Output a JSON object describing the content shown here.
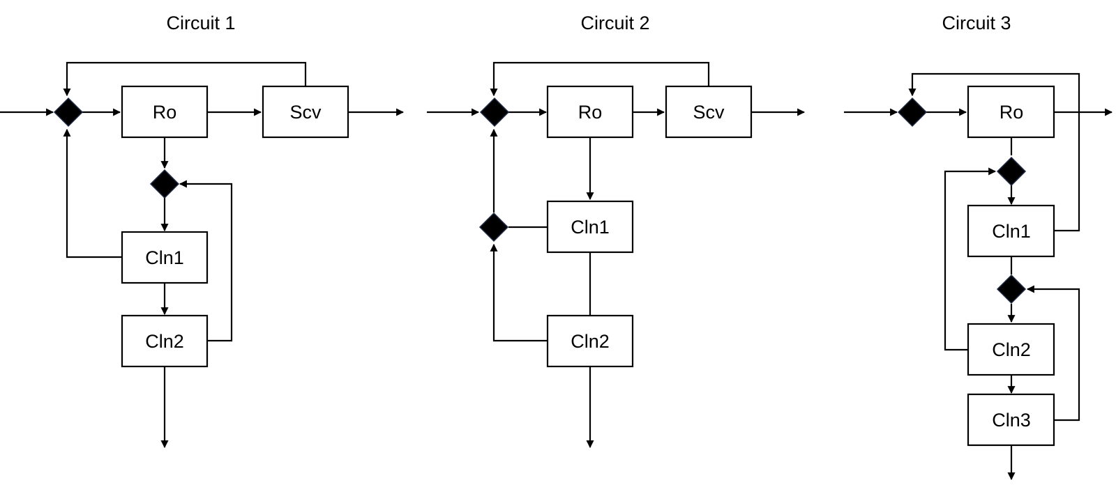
{
  "circuits": [
    {
      "title": "Circuit 1",
      "units": {
        "ro": "Ro",
        "scv": "Scv",
        "cln1": "Cln1",
        "cln2": "Cln2"
      }
    },
    {
      "title": "Circuit 2",
      "units": {
        "ro": "Ro",
        "scv": "Scv",
        "cln1": "Cln1",
        "cln2": "Cln2"
      }
    },
    {
      "title": "Circuit 3",
      "units": {
        "ro": "Ro",
        "cln1": "Cln1",
        "cln2": "Cln2",
        "cln3": "Cln3"
      }
    }
  ],
  "colors": {
    "line": "#000000",
    "node_fill": "#000000",
    "box_fill": "#ffffff"
  }
}
